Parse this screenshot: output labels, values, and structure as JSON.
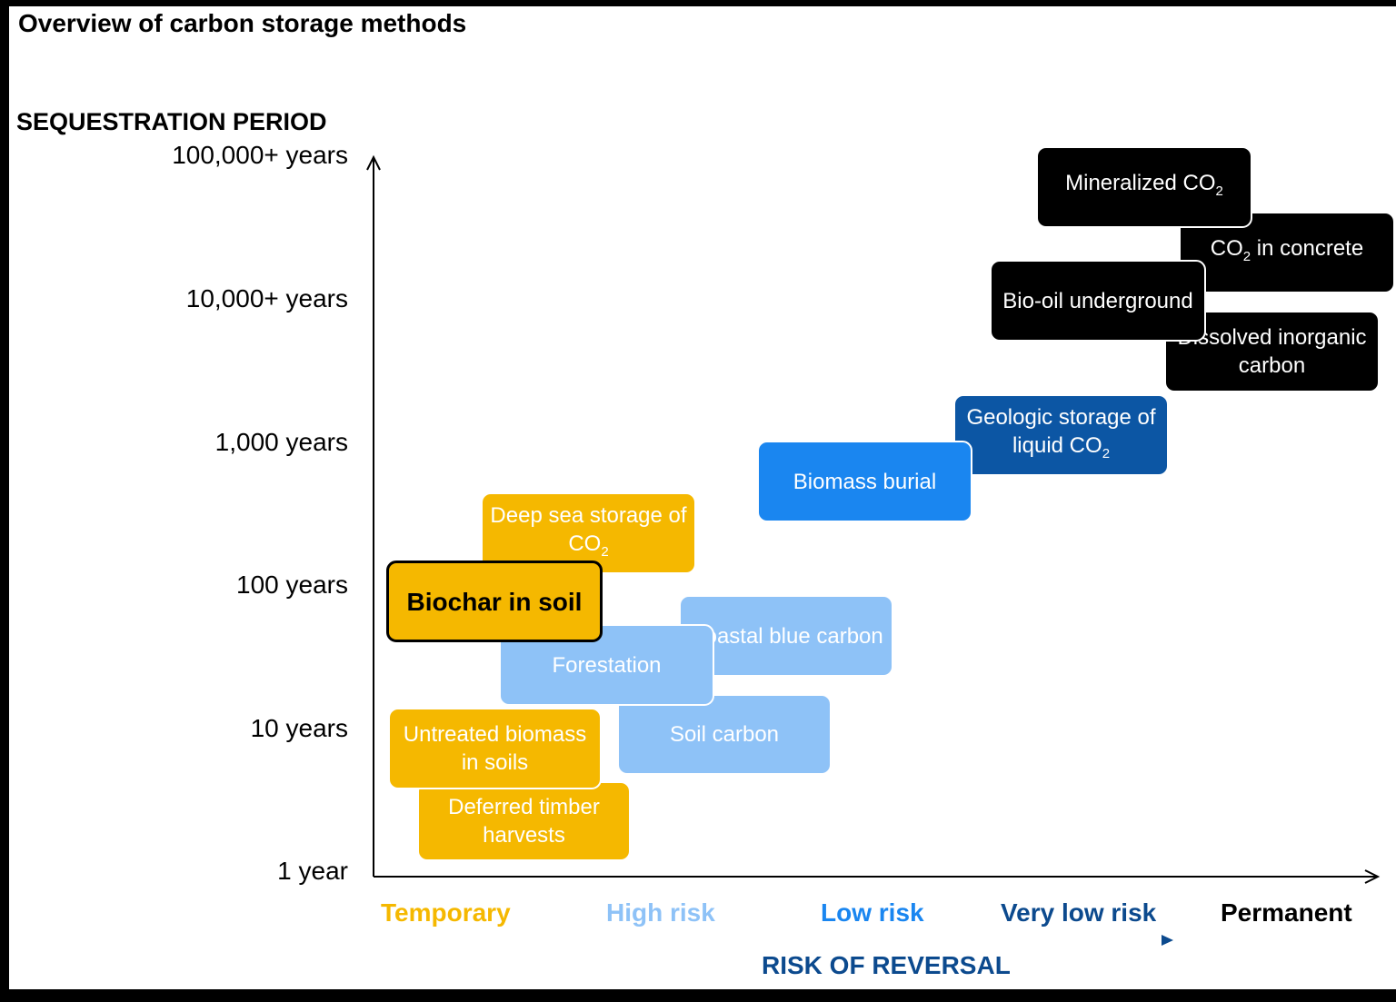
{
  "title": "Overview of carbon storage methods",
  "y_axis": {
    "title": "SEQUESTRATION PERIOD",
    "ticks": [
      "100,000+ years",
      "10,000+ years",
      "1,000 years",
      "100 years",
      "10 years",
      "1 year"
    ]
  },
  "x_axis": {
    "categories": [
      "Temporary",
      "High risk",
      "Low risk",
      "Very low risk",
      "Permanent"
    ],
    "risk_title": "RISK OF REVERSAL"
  },
  "methods": [
    {
      "id": "mineralized",
      "label": "Mineralized CO",
      "sub": "2",
      "category": "Permanent"
    },
    {
      "id": "concrete",
      "label_pre": "CO",
      "sub": "2",
      "label_post": " in concrete",
      "category": "Permanent"
    },
    {
      "id": "biooil",
      "label": "Bio-oil underground",
      "category": "Permanent"
    },
    {
      "id": "dissolved",
      "label": "Dissolved inorganic carbon",
      "category": "Permanent"
    },
    {
      "id": "geologic",
      "label": "Geologic storage of liquid CO",
      "sub": "2",
      "category": "Very low risk"
    },
    {
      "id": "biomass-burial",
      "label": "Biomass burial",
      "category": "Low risk"
    },
    {
      "id": "deep-sea",
      "label": "Deep sea storage of CO",
      "sub": "2",
      "category": "Temporary"
    },
    {
      "id": "biochar",
      "label": "Biochar in soil",
      "category": "Temporary",
      "highlighted": true
    },
    {
      "id": "coastal",
      "label": "Coastal blue carbon",
      "category": "High risk"
    },
    {
      "id": "forestation",
      "label": "Forestation",
      "category": "High risk"
    },
    {
      "id": "soil-carbon",
      "label": "Soil carbon",
      "category": "High risk"
    },
    {
      "id": "untreated",
      "label": "Untreated biomass in soils",
      "category": "Temporary"
    },
    {
      "id": "deferred",
      "label": "Deferred timber harvests",
      "category": "Temporary"
    }
  ],
  "colors": {
    "temporary": "#f5b800",
    "high_risk": "#8ec2f7",
    "low_risk": "#1a86f0",
    "very_low_risk": "#0c56a4",
    "permanent": "#000000"
  }
}
